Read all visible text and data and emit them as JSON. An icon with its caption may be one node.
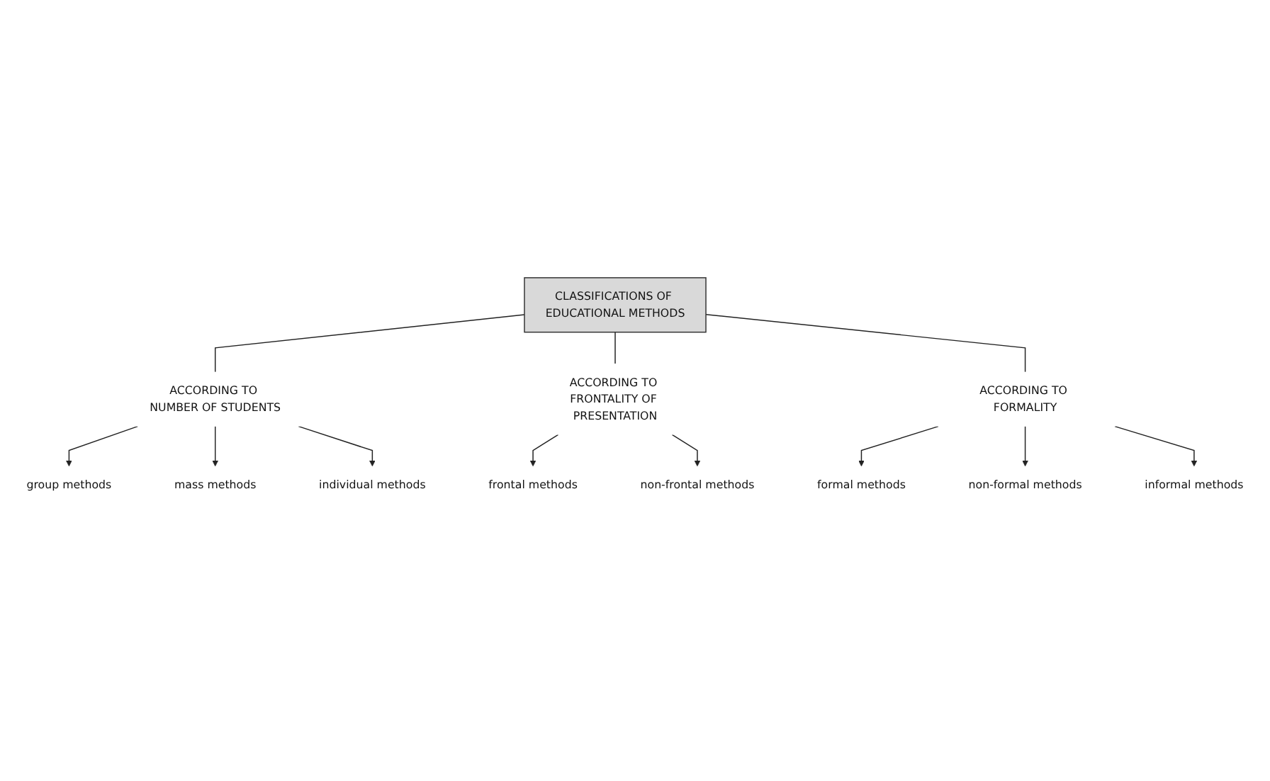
{
  "diagram": {
    "nodes": [
      {
        "text": [
          "CLASSIFICATIONS OF EDUCATIONAL METHODS"
        ]
      },
      {
        "text": [
          "ACCORDING TO NUMBER OF STUDENTS"
        ]
      },
      {
        "text": [
          "group methods"
        ]
      },
      {
        "text": [
          "mass methods"
        ]
      },
      {
        "text": [
          "individual methods"
        ]
      },
      {
        "text": [
          "ACCORDING TO FRONTALITY OF PRESENTATION"
        ]
      },
      {
        "text": [
          "ACCORDING TO FORMALITY"
        ]
      },
      {
        "text": [
          "frontal methods"
        ]
      },
      {
        "text": [
          "non-frontal methods"
        ]
      },
      {
        "text": [
          "formal methods"
        ]
      },
      {
        "text": [
          "non-formal methods"
        ]
      },
      {
        "text": [
          "informal methods"
        ]
      }
    ],
    "edges": [
      {
        "from": 0,
        "to": 1,
        "arrow": "none"
      },
      {
        "from": 1,
        "to": 2,
        "arrow": "to"
      },
      {
        "from": 1,
        "to": 3,
        "arrow": "to"
      },
      {
        "from": 1,
        "to": 4,
        "arrow": "to"
      },
      {
        "from": 0,
        "to": 5,
        "arrow": "none"
      },
      {
        "from": 0,
        "to": 6,
        "arrow": "none"
      },
      {
        "from": 5,
        "to": 7,
        "arrow": "to"
      },
      {
        "from": 5,
        "to": 8,
        "arrow": "to"
      },
      {
        "from": 6,
        "to": 9,
        "arrow": "to"
      },
      {
        "from": 6,
        "to": 10,
        "arrow": "to"
      },
      {
        "from": 6,
        "to": 11,
        "arrow": "to"
      }
    ]
  }
}
